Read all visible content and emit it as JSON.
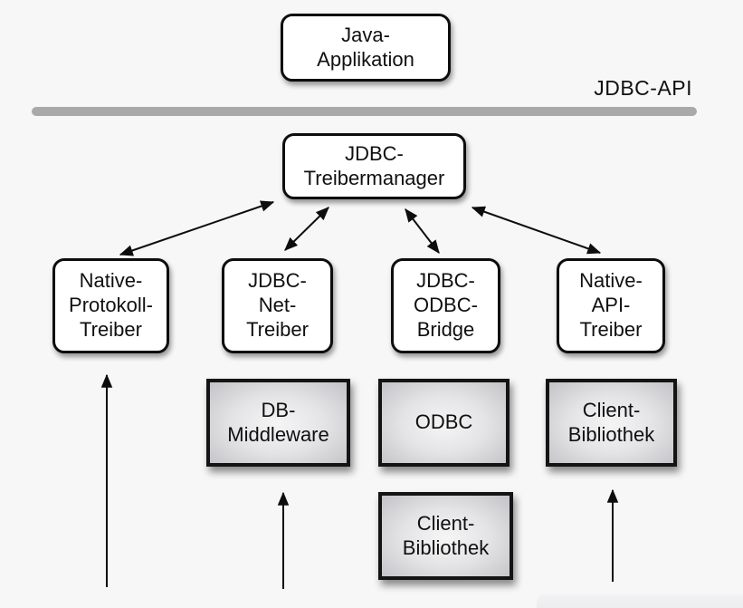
{
  "colors": {
    "background": "#f7f7f8",
    "divider_bar": "#a9a9ab",
    "box_border": "#0d0d0d",
    "white_box_fill": "#ffffff",
    "gray_box_center": "#f5f5f6",
    "gray_box_edge": "#c3c3c7",
    "text": "#101010"
  },
  "labels": {
    "api_layer": "JDBC-API"
  },
  "nodes": {
    "java_application": "Java-\nApplikation",
    "driver_manager": "JDBC-\nTreibermanager",
    "native_protocol_driver": "Native-\nProtokoll-\nTreiber",
    "jdbc_net_driver": "JDBC-\nNet-\nTreiber",
    "jdbc_odbc_bridge": "JDBC-\nODBC-\nBridge",
    "native_api_driver": "Native-\nAPI-\nTreiber",
    "db_middleware": "DB-\nMiddleware",
    "odbc": "ODBC",
    "client_library_middle": "Client-\nBibliothek",
    "client_library_right": "Client-\nBibliothek"
  }
}
